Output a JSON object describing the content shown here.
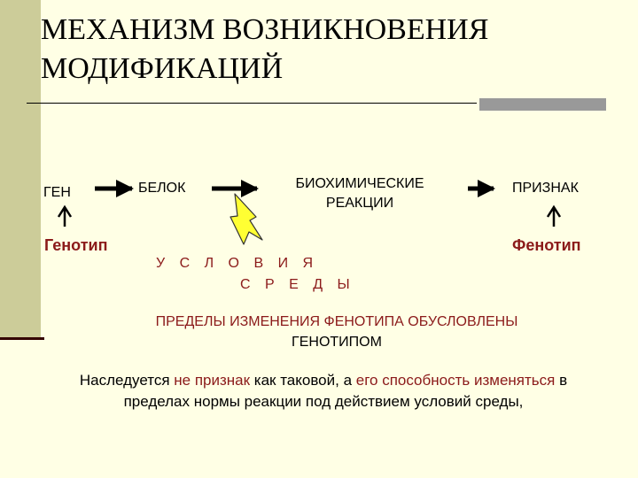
{
  "slide": {
    "title": "МЕХАНИЗМ  ВОЗНИКНОВЕНИЯ МОДИФИКАЦИЙ",
    "colors": {
      "accent": "#8b1a1a",
      "bolt": "#ffff33",
      "sidebar": "#cccc99",
      "background": "#ffffe5"
    }
  },
  "diagram": {
    "nodes": {
      "gene": "ГЕН",
      "protein": "БЕЛОК",
      "biochem": "БИОХИМИЧЕСКИЕ РЕАКЦИИ",
      "trait": "ПРИЗНАК"
    },
    "genotype": "Генотип",
    "phenotype": "Фенотип",
    "conditions_line1": "У С Л О В И Я",
    "conditions_line2": "С Р Е Д Ы"
  },
  "limits": {
    "line1": "ПРЕДЕЛЫ  ИЗМЕНЕНИЯ    ФЕНОТИПА ОБУСЛОВЛЕНЫ",
    "line2": "ГЕНОТИПОМ"
  },
  "inheritance": {
    "p1": "Наследуется ",
    "p2": "не признак",
    "p3": " как таковой, а ",
    "p4": "его способность изменяться",
    "p5": " в пределах нормы реакции под действием условий среды,"
  }
}
